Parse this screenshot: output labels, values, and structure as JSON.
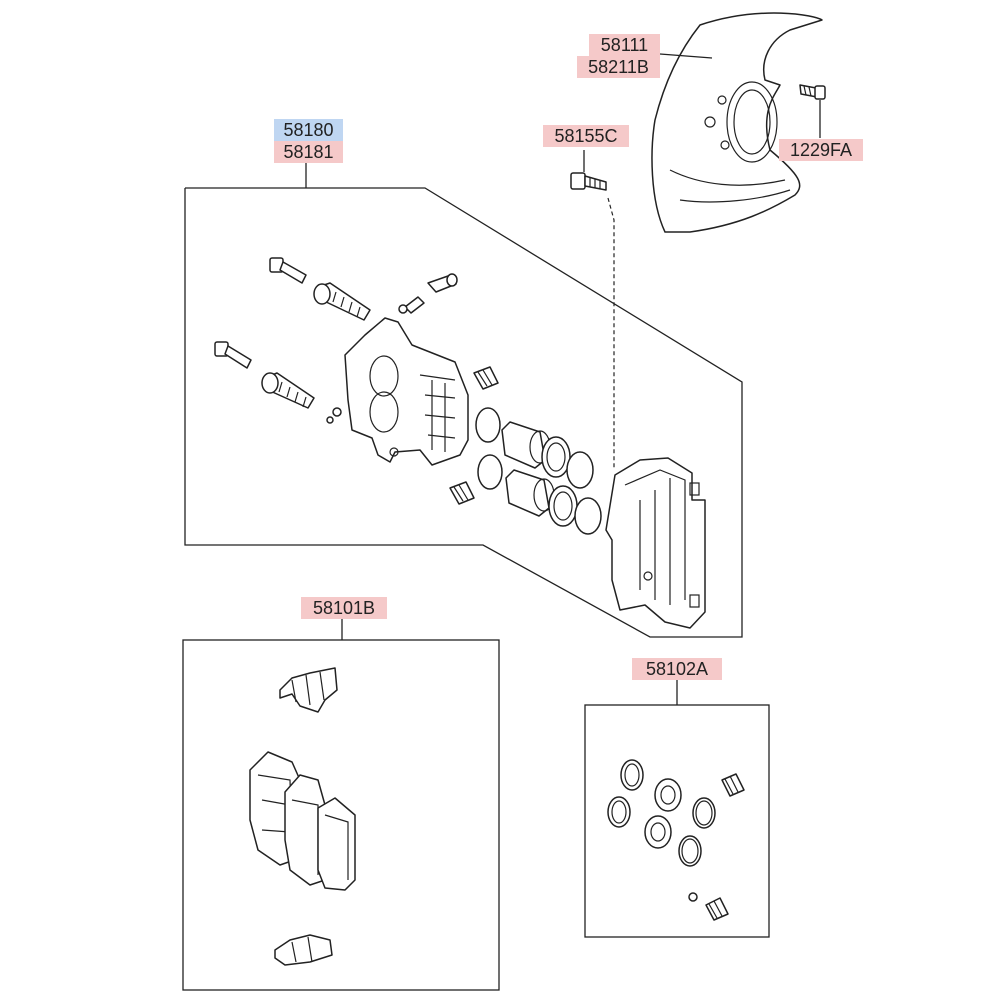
{
  "labels": {
    "shield_a": "58111",
    "shield_b": "58211B",
    "screw": "1229FA",
    "bolt": "58155C",
    "caliper_assy_a": "58180",
    "caliper_assy_b": "58181",
    "pad_kit": "58101B",
    "seal_kit": "58102A"
  },
  "colors": {
    "label_highlight": "#f5c9c9",
    "label_highlight_alt": "#bfd6f2",
    "line": "#222222"
  }
}
